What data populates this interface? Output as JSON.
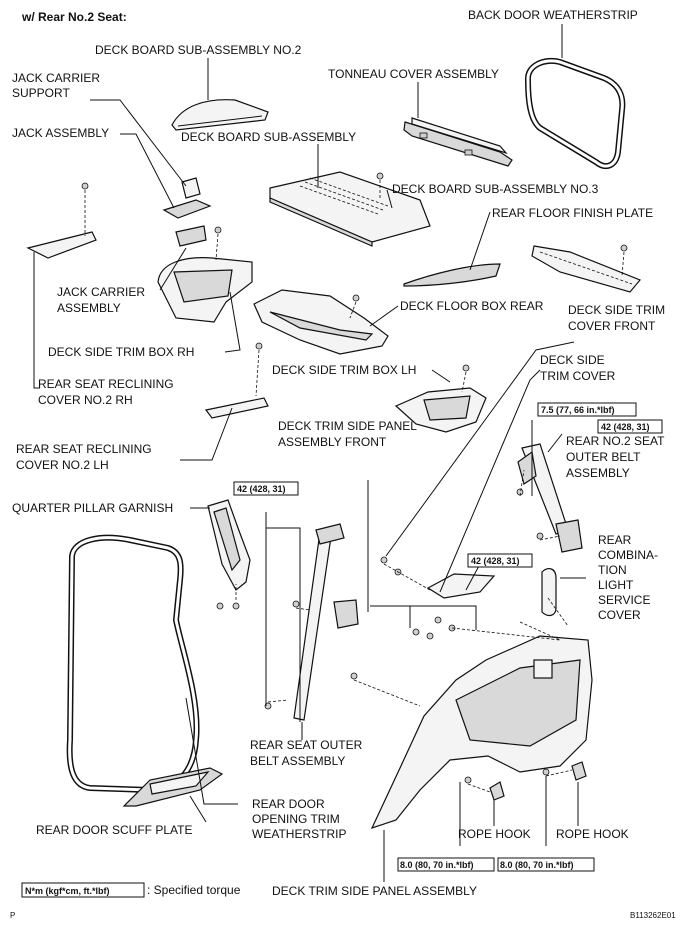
{
  "header": "w/ Rear No.2 Seat:",
  "labels": {
    "back_door_weatherstrip": "BACK DOOR WEATHERSTRIP",
    "deck_board_no2": "DECK BOARD SUB-ASSEMBLY NO.2",
    "tonneau_cover": "TONNEAU COVER ASSEMBLY",
    "jack_carrier_support_1": "JACK CARRIER",
    "jack_carrier_support_2": "SUPPORT",
    "jack_assembly": "JACK ASSEMBLY",
    "deck_board": "DECK BOARD SUB-ASSEMBLY",
    "deck_board_no3": "DECK BOARD SUB-ASSEMBLY NO.3",
    "rear_floor_finish_plate": "REAR FLOOR FINISH PLATE",
    "jack_carrier_assembly_1": "JACK CARRIER",
    "jack_carrier_assembly_2": "ASSEMBLY",
    "deck_floor_box_rear": "DECK FLOOR BOX REAR",
    "deck_side_trim_cover_front_1": "DECK SIDE TRIM",
    "deck_side_trim_cover_front_2": "COVER FRONT",
    "deck_side_trim_box_rh": "DECK SIDE TRIM BOX RH",
    "deck_side_trim_cover_1": "DECK SIDE",
    "deck_side_trim_cover_2": "TRIM COVER",
    "deck_side_trim_box_lh": "DECK SIDE TRIM BOX LH",
    "rear_seat_reclining_rh_1": "REAR SEAT RECLINING",
    "rear_seat_reclining_rh_2": "COVER NO.2 RH",
    "deck_trim_side_panel_front_1": "DECK TRIM SIDE PANEL",
    "deck_trim_side_panel_front_2": "ASSEMBLY FRONT",
    "rear_no2_seat_outer_belt_1": "REAR NO.2 SEAT",
    "rear_no2_seat_outer_belt_2": "OUTER BELT",
    "rear_no2_seat_outer_belt_3": "ASSEMBLY",
    "rear_seat_reclining_lh_1": "REAR SEAT RECLINING",
    "rear_seat_reclining_lh_2": "COVER NO.2 LH",
    "quarter_pillar_garnish": "QUARTER PILLAR GARNISH",
    "rear_combination_light_1": "REAR",
    "rear_combination_light_2": "COMBINA-",
    "rear_combination_light_3": "TION",
    "rear_combination_light_4": "LIGHT",
    "rear_combination_light_5": "SERVICE",
    "rear_combination_light_6": "COVER",
    "rear_seat_outer_belt_1": "REAR SEAT OUTER",
    "rear_seat_outer_belt_2": "BELT ASSEMBLY",
    "rear_door_opening_trim_1": "REAR DOOR",
    "rear_door_opening_trim_2": "OPENING TRIM",
    "rear_door_opening_trim_3": "WEATHERSTRIP",
    "rear_door_scuff_plate": "REAR DOOR SCUFF PLATE",
    "rope_hook_left": "ROPE HOOK",
    "rope_hook_right": "ROPE HOOK",
    "deck_trim_side_panel": "DECK TRIM SIDE PANEL ASSEMBLY"
  },
  "torques": {
    "t_75": "7.5 (77, 66 in.*lbf)",
    "t_42_a": "42 (428, 31)",
    "t_42_b": "42 (428, 31)",
    "t_42_c": "42 (428, 31)",
    "t_80_a": "8.0 (80, 70 in.*lbf)",
    "t_80_b": "8.0 (80, 70 in.*lbf)"
  },
  "legend": {
    "unit_box": "N*m (kgf*cm, ft.*lbf)",
    "unit_desc": ": Specified torque"
  },
  "footer": {
    "left_code": "P",
    "right_code": "B113262E01"
  }
}
